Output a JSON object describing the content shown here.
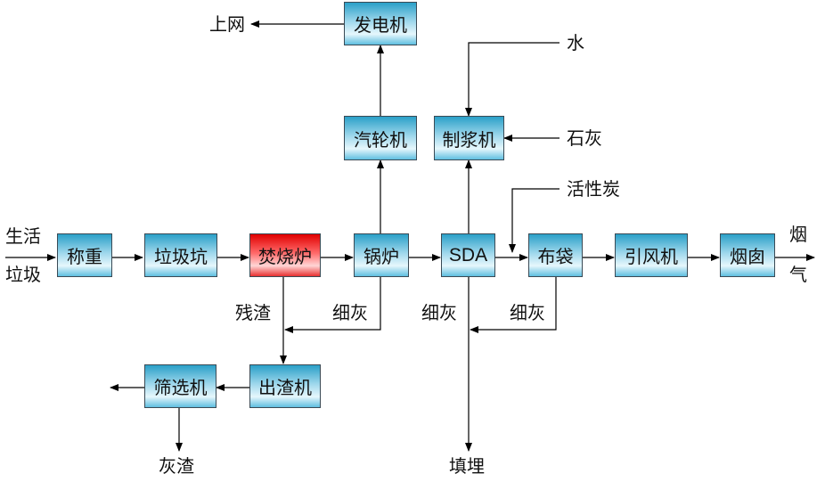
{
  "boxes": {
    "weighing": "称重",
    "pit": "垃圾坑",
    "incinerator": "焚烧炉",
    "boiler": "锅炉",
    "sda": "SDA",
    "bag": "布袋",
    "fan": "引风机",
    "chimney": "烟囱",
    "turbine": "汽轮机",
    "generator": "发电机",
    "slurry": "制浆机",
    "slag_machine": "出渣机",
    "screen": "筛选机"
  },
  "labels": {
    "garbage_1": "生活",
    "garbage_2": "垃圾",
    "grid": "上网",
    "water": "水",
    "lime": "石灰",
    "carbon": "活性炭",
    "flue_1": "烟",
    "flue_2": "气",
    "slag": "残渣",
    "fine_ash_boiler": "细灰",
    "fine_ash_sda": "细灰",
    "fine_ash_bag": "细灰",
    "ash_slag": "灰渣",
    "landfill": "填埋"
  },
  "colors": {
    "box_blue": "#2aa0c8",
    "box_red": "#e00000",
    "line": "#000000"
  }
}
